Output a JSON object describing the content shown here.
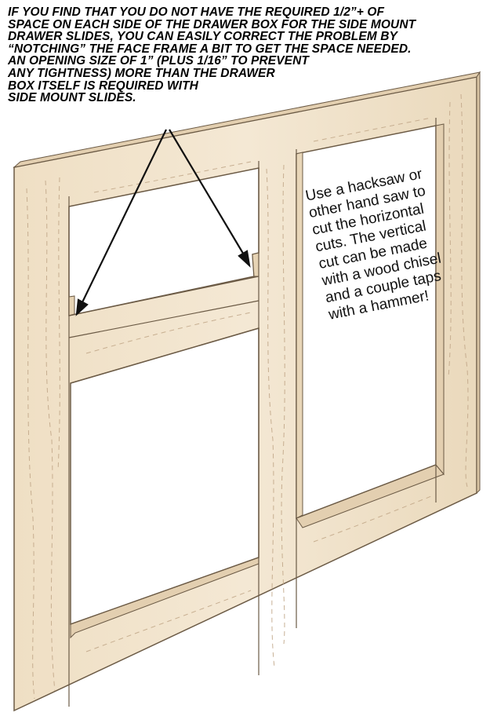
{
  "callout": {
    "lines": [
      "IF YOU FIND THAT YOU DO NOT HAVE THE REQUIRED 1/2”+  OF",
      "SPACE ON EACH SIDE OF THE DRAWER BOX FOR THE SIDE MOUNT",
      "DRAWER SLIDES, YOU CAN EASILY CORRECT THE PROBLEM BY",
      "“NOTCHING” THE FACE FRAME A BIT TO GET THE SPACE NEEDED.",
      "AN OPENING SIZE OF  1” (PLUS 1/16” TO PREVENT",
      "ANY TIGHTNESS) MORE THAN THE DRAWER",
      "BOX ITSELF IS REQUIRED WITH",
      "SIDE MOUNT SLIDES."
    ]
  },
  "tip": {
    "lines": [
      "Use a hacksaw or",
      "other hand saw to",
      "cut the horizontal",
      "cuts. The vertical",
      "cut can be made",
      "with a wood chisel",
      "and a couple taps",
      "with a hammer!"
    ]
  },
  "colors": {
    "wood": "#ecdcc0",
    "wood_light": "#f3e7d2",
    "edge": "#d7c2a0",
    "outline": "#6b5a45",
    "grain": "#c2a88a"
  }
}
